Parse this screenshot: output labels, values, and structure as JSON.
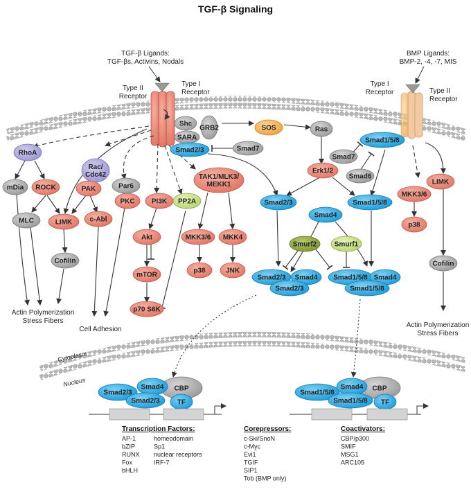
{
  "title": "TGF-β Signaling",
  "ligands": {
    "tgf_title": "TGF-β Ligands:",
    "tgf_list": "TGF-βs, Activins, Nodals",
    "bmp_title": "BMP Ligands:",
    "bmp_list": "BMP-2, -4, -7, MIS"
  },
  "receptors": {
    "type2_left": [
      "Type II",
      "Receptor"
    ],
    "type1_left": [
      "Type I",
      "Receptor"
    ],
    "type1_right": [
      "Type I",
      "Receptor"
    ],
    "type2_right": [
      "Type II",
      "Receptor"
    ]
  },
  "compartments": {
    "cytoplasm": "Cytoplasm",
    "nucleus": "Nucleus"
  },
  "nodes": {
    "rhoa": "RhoA",
    "rac": [
      "Rac/",
      "Cdc42"
    ],
    "mdia": "mDia",
    "rock": "ROCK",
    "pak": "PAK",
    "par6": "Par6",
    "pkc": "PKC",
    "mlc": "MLC",
    "limk_left": "LIMK",
    "cabl": "c-Abl",
    "cofilin_left": "Cofilin",
    "shc": "Shc",
    "grb2": "GRB2",
    "sara": "SARA",
    "smad23_receptor": "Smad2/3",
    "sos": "SOS",
    "ras": "Ras",
    "smad7_center": "Smad7",
    "smad158_receptor": "Smad1/5/8",
    "smad7_right": "Smad7",
    "smad6": "Smad6",
    "erk": "Erk1/2",
    "tak1": [
      "TAK1/MLK3/",
      "MEKK1"
    ],
    "pi3k": "PI3K",
    "pp2a": "PP2A",
    "akt": "Akt",
    "mtor": "mTOR",
    "p70": "p70 S6K",
    "mkk36_center": "MKK3/6",
    "mkk4": "MKK4",
    "p38_center": "p38",
    "jnk": "JNK",
    "smad23_mid": "Smad2/3",
    "smad158_mid": "Smad1/5/8",
    "smad4_mid": "Smad4",
    "smurf2": "Smurf2",
    "smurf1": "Smurf1",
    "cx_left_a": "Smad2/3",
    "cx_left_b": "Smad4",
    "cx_left_c": "Smad2/3",
    "cx_right_a": "Smad1/5/8",
    "cx_right_b": "Smad4",
    "cx_right_c": "Smad1/5/8",
    "limk_right": "LIMK",
    "mkk36_right": "MKK3/6",
    "p38_right": "p38",
    "cofilin_right": "Cofilin",
    "nuc_left_smad23": "Smad2/3",
    "nuc_left_smad4": "Smad4",
    "nuc_left_cbp": "CBP",
    "nuc_left_smad23b": "Smad2/3",
    "nuc_left_tf": "TF",
    "nuc_right_smad158": "Smad1/5/8",
    "nuc_right_smad4": "Smad4",
    "nuc_right_cbp": "CBP",
    "nuc_right_smad158b": "Smad1/5/8",
    "nuc_right_tf": "TF"
  },
  "outcomes": {
    "actin_left": [
      "Actin Polymerization",
      "Stress Fibers"
    ],
    "cell_adhesion": "Cell Adhesion",
    "actin_right": [
      "Actin Polymerization",
      "Stress Fibers"
    ]
  },
  "legend": {
    "tf_header": "Transcription Factors:",
    "tf_col1": [
      "AP-1",
      "bZIP",
      "RUNX",
      "Fox",
      "bHLH"
    ],
    "tf_col2": [
      "homeodomain",
      "Sp1",
      "nuclear receptors",
      "IRF-7"
    ],
    "corep_header": "Corepressors:",
    "corep": [
      "c-Ski/SnoN",
      "c-Myc",
      "Evi1",
      "TGIF",
      "SIP1",
      "Tob (BMP only)"
    ],
    "coact_header": "Coactivators:",
    "coact": [
      "CBP/p300",
      "SMIF",
      "MSG1",
      "ARC105"
    ]
  },
  "colors": {
    "red": "#e8836f",
    "blue": "#2aa8e0",
    "gray": "#a9a9a9",
    "purple": "#a7a3d9",
    "green": "#8ea43c",
    "lightgreen": "#c9e08a",
    "orange": "#f6b04a",
    "receptor_left": "#e57b6b",
    "receptor_right": "#f2c9a2"
  }
}
